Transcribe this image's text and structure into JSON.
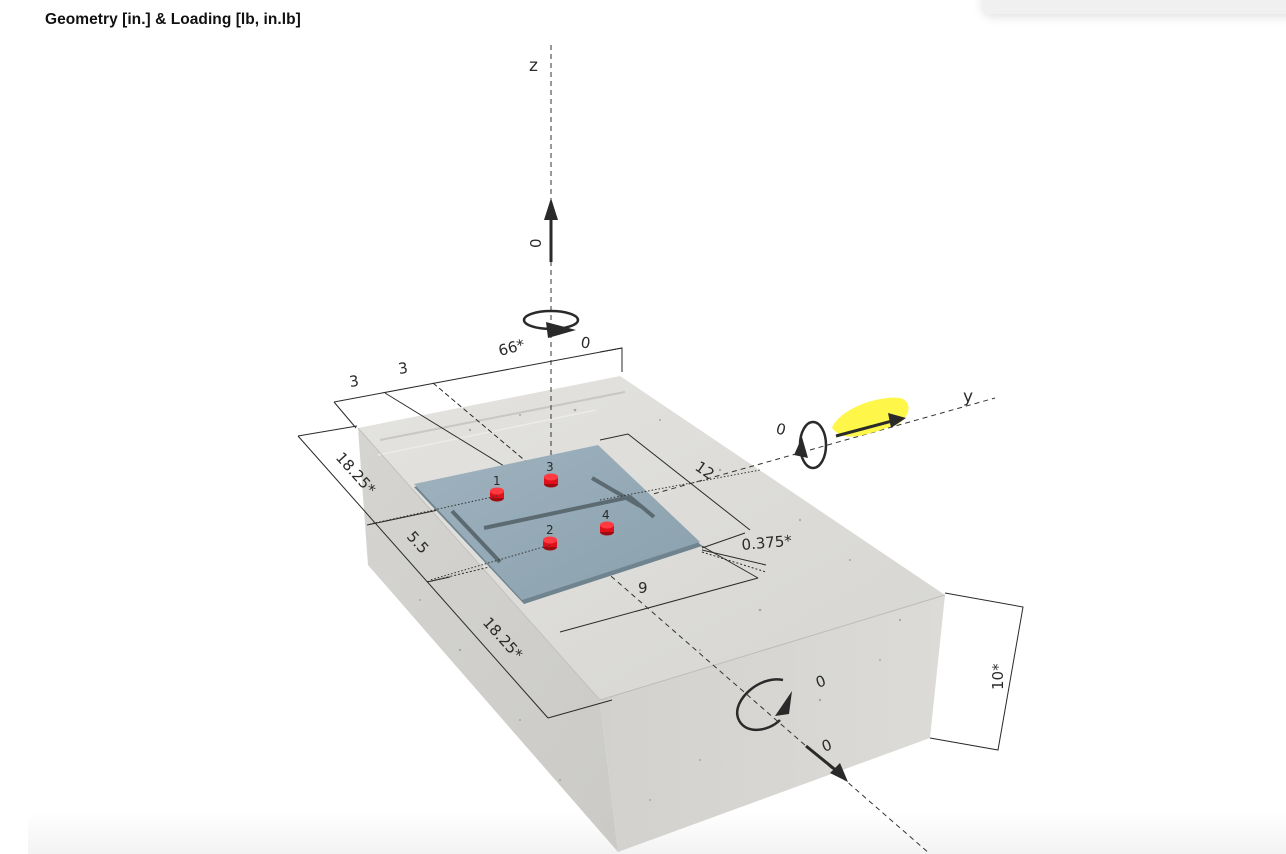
{
  "header": {
    "title": "Geometry [in.] & Loading [lb, in.lb]"
  },
  "axes": {
    "z_label": "z",
    "y_label": "y"
  },
  "loads": {
    "force_z": "0",
    "moment_z": "66*",
    "moment_y": "0",
    "force_x": "0",
    "moment_x": "0",
    "force_x_axis": "0"
  },
  "dimensions": {
    "top_edge_1": "3",
    "top_edge_2": "3",
    "top_edge_3": "0",
    "left_edge_1": "18.25*",
    "left_edge_2": "5.5",
    "left_edge_3": "18.25*",
    "plate_width": "12",
    "plate_length": "9",
    "plate_thickness": "0.375*",
    "block_height": "10*"
  },
  "anchors": [
    {
      "id": "1"
    },
    {
      "id": "2"
    },
    {
      "id": "3"
    },
    {
      "id": "4"
    }
  ],
  "colors": {
    "concrete": "#d9d8d4",
    "plate": "#8fa6b3",
    "anchor": "#e0101a",
    "highlight": "#fff64a",
    "line": "#2a2a2a"
  }
}
